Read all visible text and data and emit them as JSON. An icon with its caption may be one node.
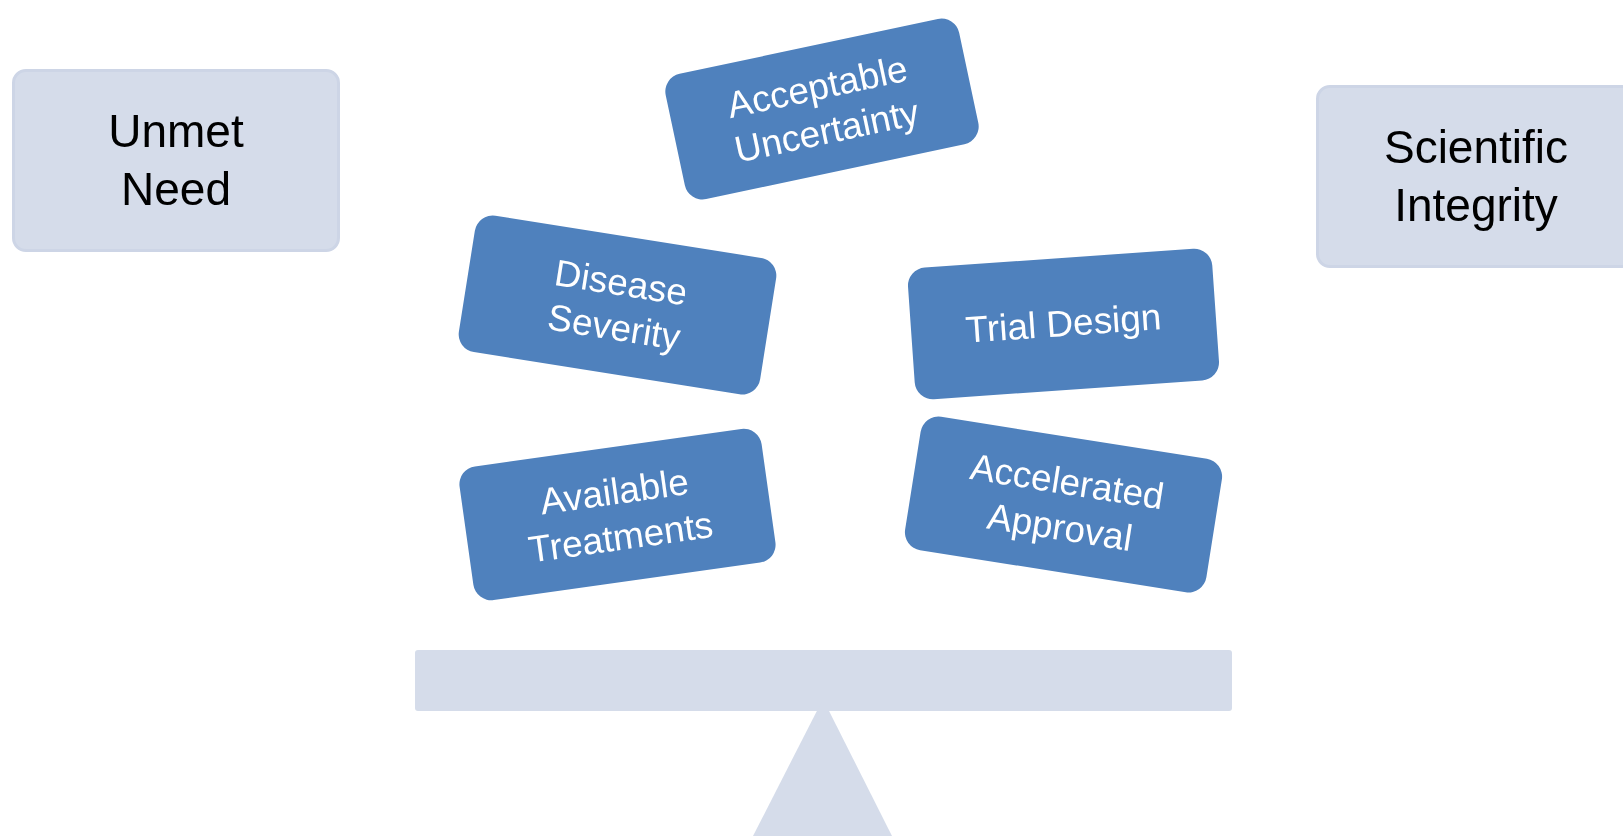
{
  "diagram": {
    "nodes": [
      {
        "text": [
          "Unmet Need"
        ]
      },
      {
        "text": [
          "Scientific Integrity"
        ]
      },
      {
        "text": [
          "Acceptable Uncertainty"
        ]
      },
      {
        "text": [
          "Disease Severity"
        ]
      },
      {
        "text": [
          "Trial Design"
        ]
      },
      {
        "text": [
          "Available Treatments"
        ]
      },
      {
        "text": [
          "Accelerated Approval"
        ]
      }
    ]
  }
}
